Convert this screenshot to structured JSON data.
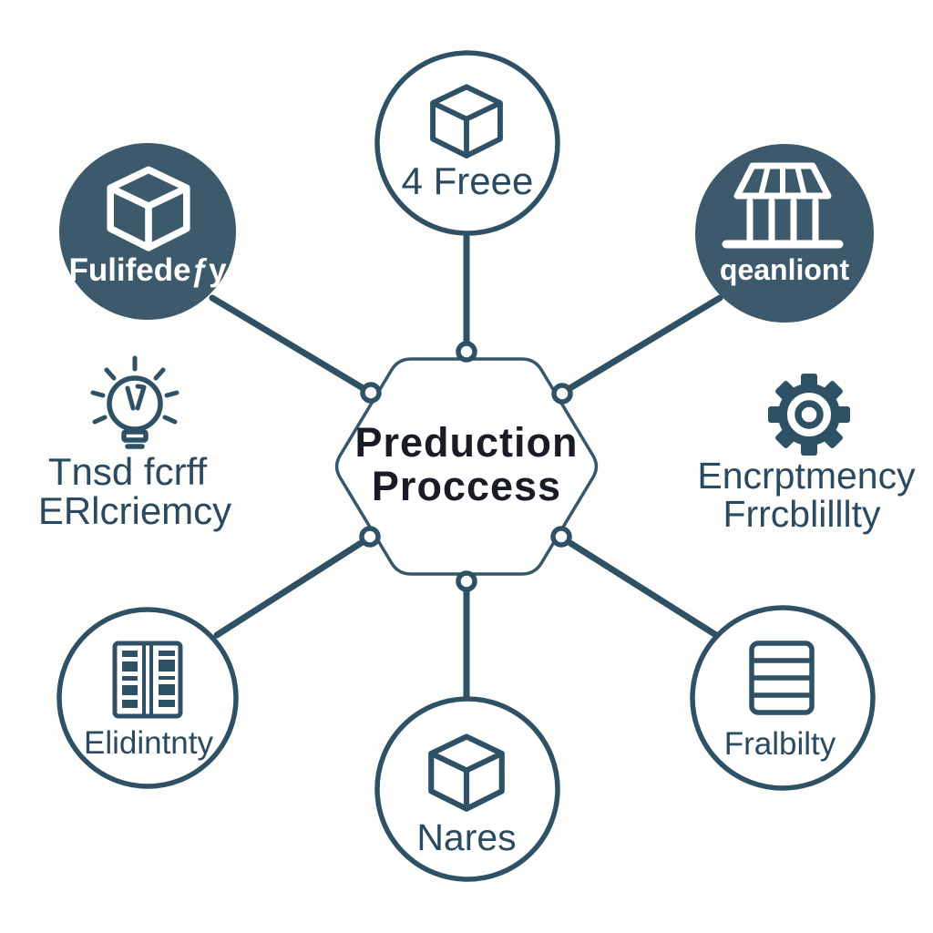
{
  "title": "Preduction Proccess",
  "center": {
    "line1": "Preduction",
    "line2": "Proccess"
  },
  "nodes": {
    "top": {
      "label": "4 Freee",
      "icon": "cube-icon",
      "style": "outlined-circle"
    },
    "top_left": {
      "label": "Fulifedeƒy",
      "icon": "cube-icon",
      "style": "filled-circle"
    },
    "top_right": {
      "label": "qeanliont",
      "icon": "storefront-icon",
      "style": "filled-circle"
    },
    "mid_left": {
      "line1": "Tnsd fcrff",
      "line2": "ERlcriemcy",
      "icon": "lightbulb-icon",
      "style": "free-floating"
    },
    "mid_right": {
      "line1": "Encrptmency",
      "line2": "Frrcblilllty",
      "icon": "gear-icon",
      "style": "free-floating"
    },
    "bottom_left": {
      "label": "Elidintnty",
      "icon": "cabinet-icon",
      "style": "outlined-circle"
    },
    "bottom_right": {
      "label": "Fralbilty",
      "icon": "stack-icon",
      "style": "outlined-circle"
    },
    "bottom": {
      "label": "Nares",
      "icon": "cube-icon",
      "style": "outlined-circle"
    }
  },
  "colors": {
    "stroke": "#2f5166",
    "filled_node": "#3c5a6b",
    "label_text": "#2b4a5f",
    "center_text": "#191c26",
    "background": "#fdfdfc"
  }
}
